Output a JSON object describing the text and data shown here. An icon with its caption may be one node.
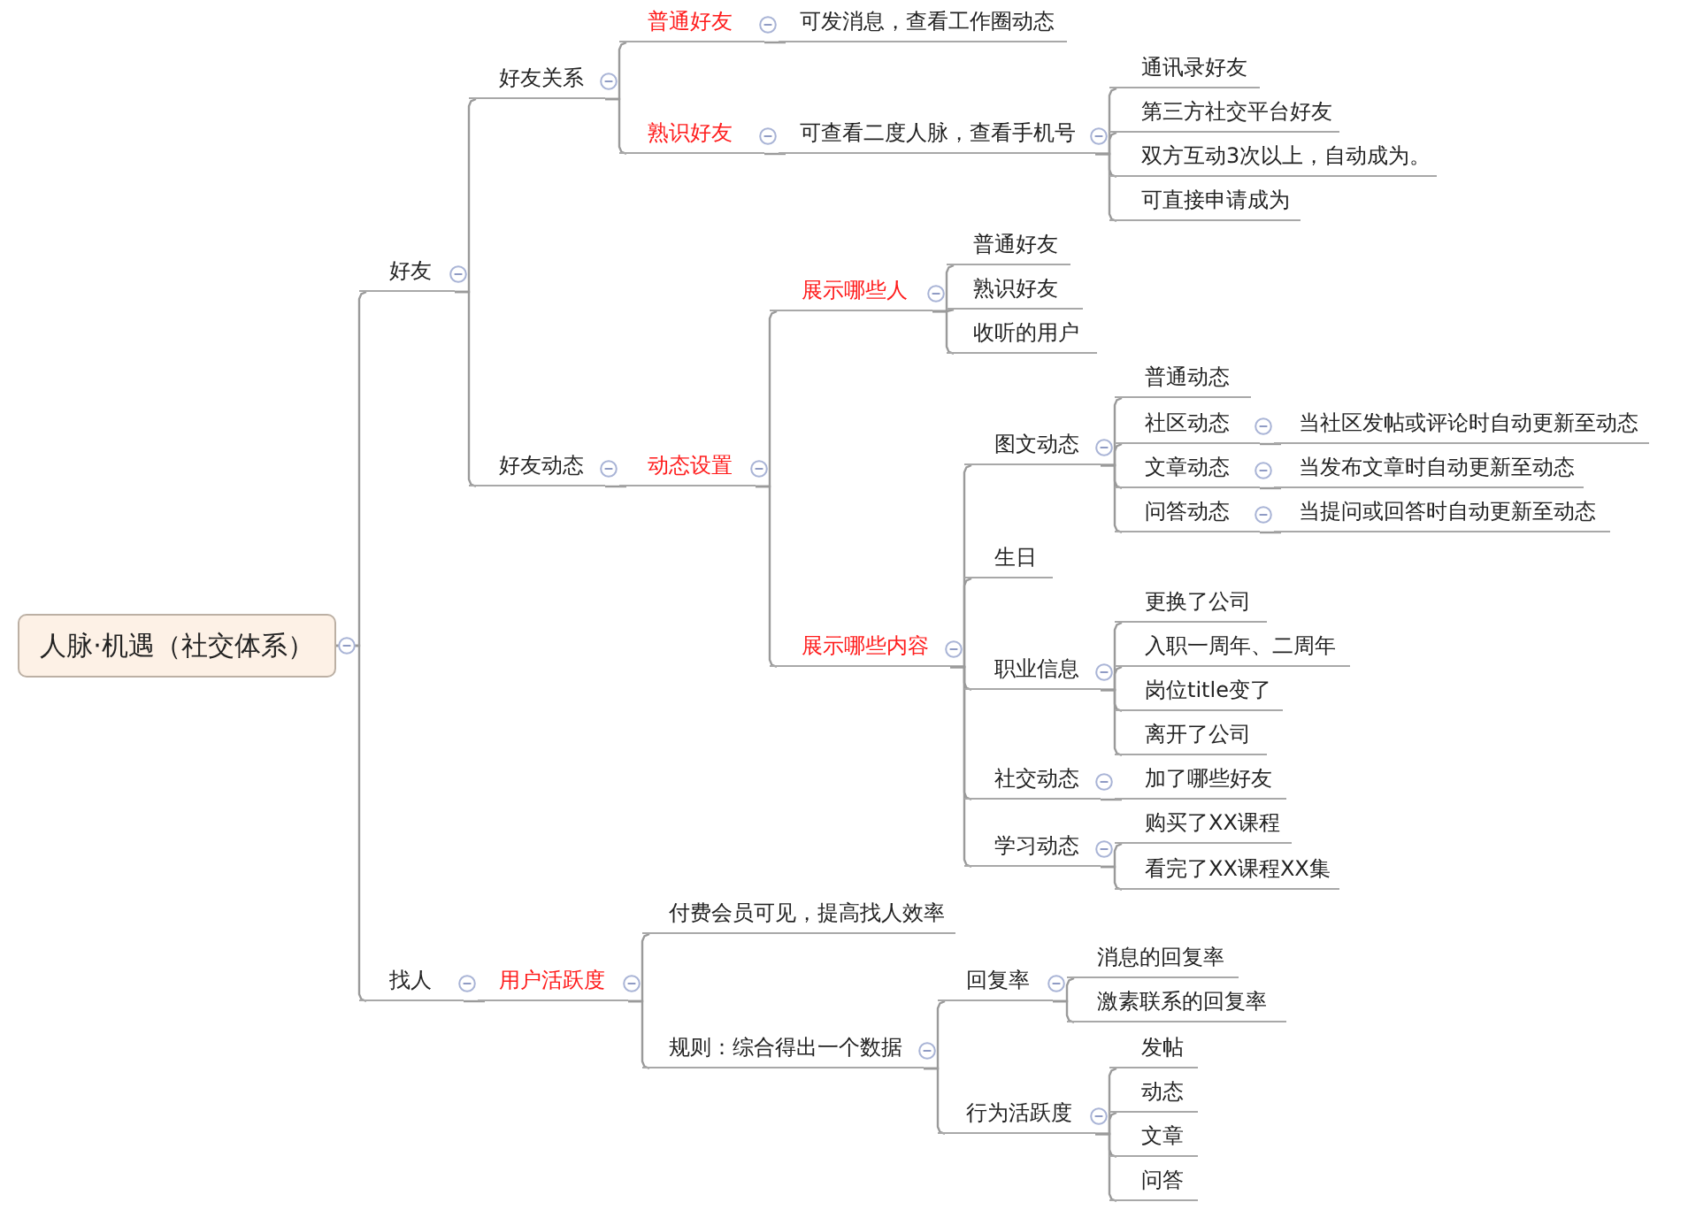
{
  "diagram": {
    "nodes": [
      {
        "text": [
          "人脉·机遇（社交体系）"
        ]
      },
      {
        "text": [
          "好友"
        ]
      },
      {
        "text": [
          "好友关系"
        ]
      },
      {
        "text": [
          "普通好友"
        ]
      },
      {
        "text": [
          "可发消息，查看工作圈动态"
        ]
      },
      {
        "text": [
          "熟识好友"
        ]
      },
      {
        "text": [
          "可查看二度人脉，查看手机号"
        ]
      },
      {
        "text": [
          "通讯录好友"
        ]
      },
      {
        "text": [
          "第三方社交平台好友"
        ]
      },
      {
        "text": [
          "双方互动3次以上，自动成为。"
        ]
      },
      {
        "text": [
          "可直接申请成为"
        ]
      },
      {
        "text": [
          "好友动态"
        ]
      },
      {
        "text": [
          "动态设置"
        ]
      },
      {
        "text": [
          "展示哪些人"
        ]
      },
      {
        "text": [
          "普通好友"
        ]
      },
      {
        "text": [
          "熟识好友"
        ]
      },
      {
        "text": [
          "收听的用户"
        ]
      },
      {
        "text": [
          "展示哪些内容"
        ]
      },
      {
        "text": [
          "图文动态"
        ]
      },
      {
        "text": [
          "普通动态"
        ]
      },
      {
        "text": [
          "社区动态"
        ]
      },
      {
        "text": [
          "当社区发帖或评论时自动更新至动态"
        ]
      },
      {
        "text": [
          "文章动态"
        ]
      },
      {
        "text": [
          "当发布文章时自动更新至动态"
        ]
      },
      {
        "text": [
          "问答动态"
        ]
      },
      {
        "text": [
          "当提问或回答时自动更新至动态"
        ]
      },
      {
        "text": [
          "生日"
        ]
      },
      {
        "text": [
          "职业信息"
        ]
      },
      {
        "text": [
          "更换了公司"
        ]
      },
      {
        "text": [
          "入职一周年、二周年"
        ]
      },
      {
        "text": [
          "岗位title变了"
        ]
      },
      {
        "text": [
          "离开了公司"
        ]
      },
      {
        "text": [
          "社交动态"
        ]
      },
      {
        "text": [
          "加了哪些好友"
        ]
      },
      {
        "text": [
          "学习动态"
        ]
      },
      {
        "text": [
          "购买了XX课程"
        ]
      },
      {
        "text": [
          "看完了XX课程XX集"
        ]
      },
      {
        "text": [
          "找人"
        ]
      },
      {
        "text": [
          "用户活跃度"
        ]
      },
      {
        "text": [
          "付费会员可见，提高找人效率"
        ]
      },
      {
        "text": [
          "规则：综合得出一个数据"
        ]
      },
      {
        "text": [
          "回复率"
        ]
      },
      {
        "text": [
          "消息的回复率"
        ]
      },
      {
        "text": [
          "激素联系的回复率"
        ]
      },
      {
        "text": [
          "行为活跃度"
        ]
      },
      {
        "text": [
          "发帖"
        ]
      },
      {
        "text": [
          "动态"
        ]
      },
      {
        "text": [
          "文章"
        ]
      },
      {
        "text": [
          "问答"
        ]
      }
    ],
    "edges": [
      {
        "from": 0,
        "to": 1,
        "arrow": "none"
      },
      {
        "from": 1,
        "to": 2,
        "arrow": "none"
      },
      {
        "from": 2,
        "to": 3,
        "arrow": "none"
      },
      {
        "from": 3,
        "to": 4,
        "arrow": "none"
      },
      {
        "from": 2,
        "to": 5,
        "arrow": "none"
      },
      {
        "from": 5,
        "to": 6,
        "arrow": "none"
      },
      {
        "from": 6,
        "to": 7,
        "arrow": "none"
      },
      {
        "from": 6,
        "to": 8,
        "arrow": "none"
      },
      {
        "from": 6,
        "to": 9,
        "arrow": "none"
      },
      {
        "from": 6,
        "to": 10,
        "arrow": "none"
      },
      {
        "from": 1,
        "to": 11,
        "arrow": "none"
      },
      {
        "from": 11,
        "to": 12,
        "arrow": "none"
      },
      {
        "from": 12,
        "to": 13,
        "arrow": "none"
      },
      {
        "from": 13,
        "to": 14,
        "arrow": "none"
      },
      {
        "from": 13,
        "to": 15,
        "arrow": "none"
      },
      {
        "from": 13,
        "to": 16,
        "arrow": "none"
      },
      {
        "from": 12,
        "to": 17,
        "arrow": "none"
      },
      {
        "from": 17,
        "to": 18,
        "arrow": "none"
      },
      {
        "from": 18,
        "to": 19,
        "arrow": "none"
      },
      {
        "from": 18,
        "to": 20,
        "arrow": "none"
      },
      {
        "from": 20,
        "to": 21,
        "arrow": "none"
      },
      {
        "from": 18,
        "to": 22,
        "arrow": "none"
      },
      {
        "from": 22,
        "to": 23,
        "arrow": "none"
      },
      {
        "from": 18,
        "to": 24,
        "arrow": "none"
      },
      {
        "from": 24,
        "to": 25,
        "arrow": "none"
      },
      {
        "from": 17,
        "to": 26,
        "arrow": "none"
      },
      {
        "from": 17,
        "to": 27,
        "arrow": "none"
      },
      {
        "from": 27,
        "to": 28,
        "arrow": "none"
      },
      {
        "from": 27,
        "to": 29,
        "arrow": "none"
      },
      {
        "from": 27,
        "to": 30,
        "arrow": "none"
      },
      {
        "from": 27,
        "to": 31,
        "arrow": "none"
      },
      {
        "from": 17,
        "to": 32,
        "arrow": "none"
      },
      {
        "from": 32,
        "to": 33,
        "arrow": "none"
      },
      {
        "from": 17,
        "to": 34,
        "arrow": "none"
      },
      {
        "from": 34,
        "to": 35,
        "arrow": "none"
      },
      {
        "from": 34,
        "to": 36,
        "arrow": "none"
      },
      {
        "from": 0,
        "to": 37,
        "arrow": "none"
      },
      {
        "from": 37,
        "to": 38,
        "arrow": "none"
      },
      {
        "from": 38,
        "to": 39,
        "arrow": "none"
      },
      {
        "from": 38,
        "to": 40,
        "arrow": "none"
      },
      {
        "from": 40,
        "to": 41,
        "arrow": "none"
      },
      {
        "from": 41,
        "to": 42,
        "arrow": "none"
      },
      {
        "from": 41,
        "to": 43,
        "arrow": "none"
      },
      {
        "from": 40,
        "to": 44,
        "arrow": "none"
      },
      {
        "from": 44,
        "to": 45,
        "arrow": "none"
      },
      {
        "from": 44,
        "to": 46,
        "arrow": "none"
      },
      {
        "from": 44,
        "to": 47,
        "arrow": "none"
      },
      {
        "from": 44,
        "to": 48,
        "arrow": "none"
      }
    ]
  }
}
